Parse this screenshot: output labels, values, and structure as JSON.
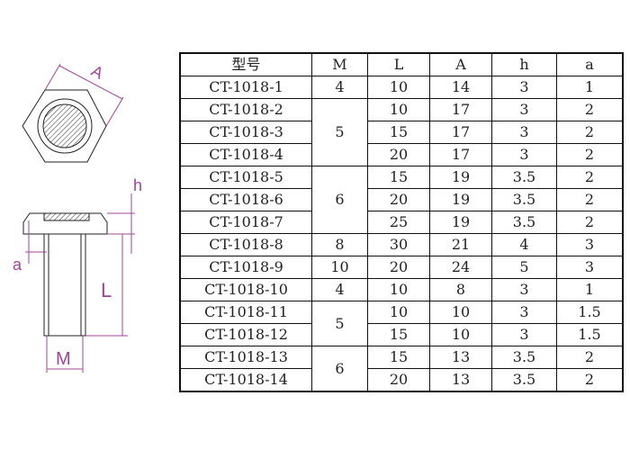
{
  "drawing": {
    "labels": {
      "A": "A",
      "h": "h",
      "a": "a",
      "L": "L",
      "M": "M"
    },
    "dimension_color": "#a0449a"
  },
  "table": {
    "headers": [
      "型号",
      "M",
      "L",
      "A",
      "h",
      "a"
    ],
    "rows": [
      {
        "model": "CT-1018-1",
        "M": "4",
        "L": "10",
        "A": "14",
        "h": "3",
        "a": "1"
      },
      {
        "model": "CT-1018-2",
        "M": "5",
        "L": "10",
        "A": "17",
        "h": "3",
        "a": "2"
      },
      {
        "model": "CT-1018-3",
        "L": "15",
        "A": "17",
        "h": "3",
        "a": "2"
      },
      {
        "model": "CT-1018-4",
        "L": "20",
        "A": "17",
        "h": "3",
        "a": "2"
      },
      {
        "model": "CT-1018-5",
        "M": "6",
        "L": "15",
        "A": "19",
        "h": "3.5",
        "a": "2"
      },
      {
        "model": "CT-1018-6",
        "L": "20",
        "A": "19",
        "h": "3.5",
        "a": "2"
      },
      {
        "model": "CT-1018-7",
        "L": "25",
        "A": "19",
        "h": "3.5",
        "a": "2"
      },
      {
        "model": "CT-1018-8",
        "M": "8",
        "L": "30",
        "A": "21",
        "h": "4",
        "a": "3"
      },
      {
        "model": "CT-1018-9",
        "M": "10",
        "L": "20",
        "A": "24",
        "h": "5",
        "a": "3"
      },
      {
        "model": "CT-1018-10",
        "M": "4",
        "L": "10",
        "A": "8",
        "h": "3",
        "a": "1"
      },
      {
        "model": "CT-1018-11",
        "M": "5",
        "L": "10",
        "A": "10",
        "h": "3",
        "a": "1.5"
      },
      {
        "model": "CT-1018-12",
        "L": "15",
        "A": "10",
        "h": "3",
        "a": "1.5"
      },
      {
        "model": "CT-1018-13",
        "M": "6",
        "L": "15",
        "A": "13",
        "h": "3.5",
        "a": "2"
      },
      {
        "model": "CT-1018-14",
        "L": "20",
        "A": "13",
        "h": "3.5",
        "a": "2"
      }
    ]
  }
}
